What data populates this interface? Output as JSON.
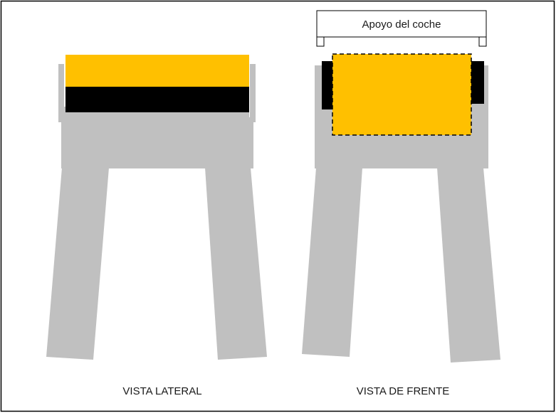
{
  "labels": {
    "support": "Apoyo del coche",
    "side_view": "VISTA LATERAL",
    "front_view": "VISTA DE FRENTE"
  },
  "colors": {
    "structure": "#c0c0c0",
    "yellow": "#ffc000",
    "black": "#000000",
    "border": "#000000",
    "background": "#ffffff"
  }
}
